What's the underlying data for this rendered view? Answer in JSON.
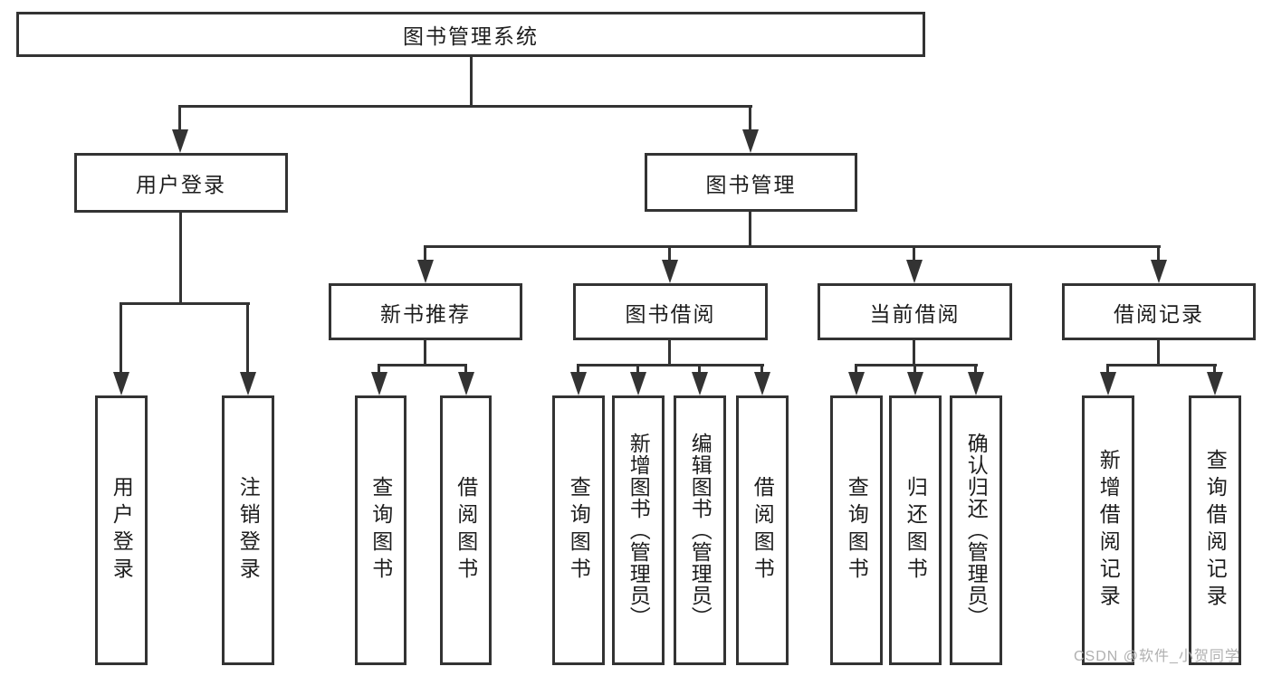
{
  "tree": {
    "root": {
      "label": "图书管理系统"
    },
    "groups": [
      {
        "label": "用户登录",
        "leaves": [
          "用户登录",
          "注销登录"
        ]
      },
      {
        "label": "图书管理",
        "sections": [
          {
            "label": "新书推荐",
            "leaves": [
              "查询图书",
              "借阅图书"
            ]
          },
          {
            "label": "图书借阅",
            "leaves": [
              "查询图书",
              "新增图书（管理员）",
              "编辑图书（管理员）",
              "借阅图书"
            ]
          },
          {
            "label": "当前借阅",
            "leaves": [
              "查询图书",
              "归还图书",
              "确认归还（管理员）"
            ]
          },
          {
            "label": "借阅记录",
            "leaves": [
              "新增借阅记录",
              "查询借阅记录"
            ]
          }
        ]
      }
    ]
  },
  "watermark": "CSDN @软件_小贺同学",
  "colors": {
    "line": "#333333",
    "text": "#1d1d1d",
    "watermark": "#b0b0b0",
    "background": "#ffffff"
  }
}
